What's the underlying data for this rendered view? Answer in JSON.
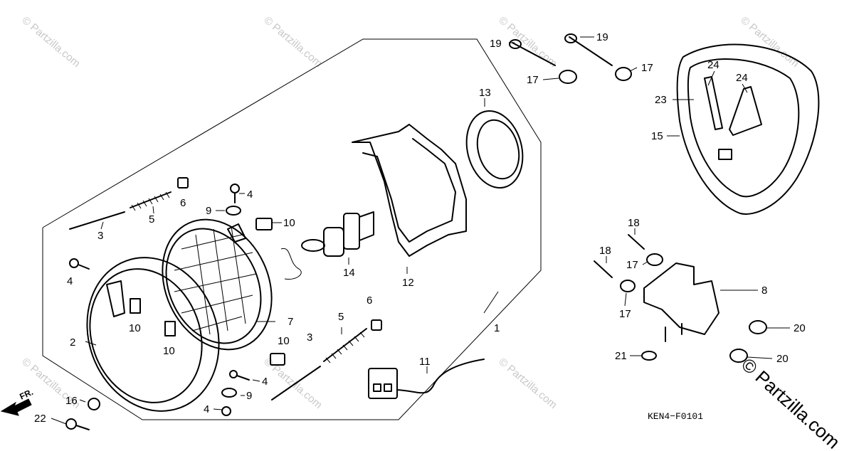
{
  "watermark": {
    "tile_text": "© Partzilla.com",
    "corner_text": "© Partzilla.com"
  },
  "diagram_code": "KEN4−F0101",
  "front_arrow_label": "FR.",
  "callouts": {
    "c1": "1",
    "c2": "2",
    "c3a": "3",
    "c3b": "3",
    "c4a": "4",
    "c4b": "4",
    "c4c": "4",
    "c4d": "4",
    "c5a": "5",
    "c5b": "5",
    "c6a": "6",
    "c6b": "6",
    "c7": "7",
    "c8": "8",
    "c9a": "9",
    "c9b": "9",
    "c10a": "10",
    "c10b": "10",
    "c10c": "10",
    "c10d": "10",
    "c11": "11",
    "c12": "12",
    "c13": "13",
    "c14": "14",
    "c15": "15",
    "c16": "16",
    "c17a": "17",
    "c17b": "17",
    "c17c": "17",
    "c17d": "17",
    "c18a": "18",
    "c18b": "18",
    "c19a": "19",
    "c19b": "19",
    "c20a": "20",
    "c20b": "20",
    "c21": "21",
    "c22": "22",
    "c23": "23",
    "c24a": "24",
    "c24b": "24"
  }
}
